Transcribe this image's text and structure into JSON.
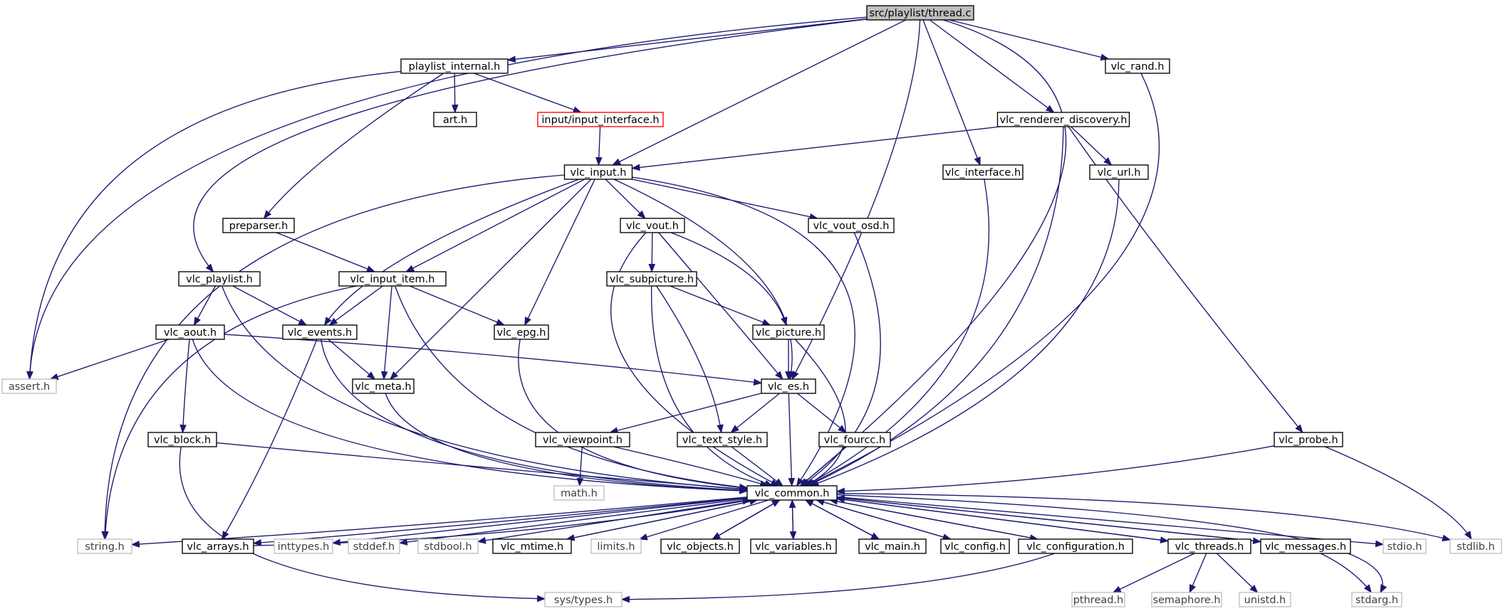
{
  "colors": {
    "edge": "#191970",
    "node_border": "#000000",
    "system_border": "#bfbfbf",
    "system_text": "#3f3f3f",
    "root_fill": "#bfbfbf",
    "highlight_border": "#ff0000"
  },
  "nodes": {
    "thread_c": "src/playlist/thread.c",
    "playlist_internal_h": "playlist_internal.h",
    "vlc_rand_h": "vlc_rand.h",
    "art_h": "art.h",
    "input_interface_h": "input/input_interface.h",
    "vlc_renderer_discovery_h": "vlc_renderer_discovery.h",
    "vlc_input_h": "vlc_input.h",
    "vlc_interface_h": "vlc_interface.h",
    "vlc_url_h": "vlc_url.h",
    "preparser_h": "preparser.h",
    "vlc_vout_h": "vlc_vout.h",
    "vlc_vout_osd_h": "vlc_vout_osd.h",
    "vlc_playlist_h": "vlc_playlist.h",
    "vlc_input_item_h": "vlc_input_item.h",
    "vlc_subpicture_h": "vlc_subpicture.h",
    "vlc_aout_h": "vlc_aout.h",
    "vlc_events_h": "vlc_events.h",
    "vlc_epg_h": "vlc_epg.h",
    "vlc_picture_h": "vlc_picture.h",
    "assert_h": "assert.h",
    "vlc_meta_h": "vlc_meta.h",
    "vlc_es_h": "vlc_es.h",
    "vlc_block_h": "vlc_block.h",
    "vlc_viewpoint_h": "vlc_viewpoint.h",
    "vlc_text_style_h": "vlc_text_style.h",
    "vlc_fourcc_h": "vlc_fourcc.h",
    "vlc_probe_h": "vlc_probe.h",
    "math_h": "math.h",
    "vlc_common_h": "vlc_common.h",
    "string_h": "string.h",
    "vlc_arrays_h": "vlc_arrays.h",
    "inttypes_h": "inttypes.h",
    "stddef_h": "stddef.h",
    "stdbool_h": "stdbool.h",
    "vlc_mtime_h": "vlc_mtime.h",
    "limits_h": "limits.h",
    "vlc_objects_h": "vlc_objects.h",
    "vlc_variables_h": "vlc_variables.h",
    "vlc_main_h": "vlc_main.h",
    "vlc_config_h": "vlc_config.h",
    "vlc_configuration_h": "vlc_configuration.h",
    "vlc_threads_h": "vlc_threads.h",
    "vlc_messages_h": "vlc_messages.h",
    "stdio_h": "stdio.h",
    "stdlib_h": "stdlib.h",
    "sys_types_h": "sys/types.h",
    "pthread_h": "pthread.h",
    "semaphore_h": "semaphore.h",
    "unistd_h": "unistd.h",
    "stdarg_h": "stdarg.h"
  },
  "system_headers": [
    "assert_h",
    "math_h",
    "string_h",
    "inttypes_h",
    "stddef_h",
    "stdbool_h",
    "limits_h",
    "stdio_h",
    "stdlib_h",
    "sys_types_h",
    "pthread_h",
    "semaphore_h",
    "unistd_h",
    "stdarg_h"
  ],
  "highlighted": [
    "input_interface_h"
  ],
  "root": "thread_c",
  "edges": [
    [
      "thread_c",
      "playlist_internal_h"
    ],
    [
      "thread_c",
      "vlc_rand_h"
    ],
    [
      "thread_c",
      "vlc_renderer_discovery_h"
    ],
    [
      "thread_c",
      "vlc_input_h"
    ],
    [
      "thread_c",
      "vlc_interface_h"
    ],
    [
      "thread_c",
      "vlc_playlist_h"
    ],
    [
      "thread_c",
      "assert_h"
    ],
    [
      "thread_c",
      "vlc_es_h"
    ],
    [
      "thread_c",
      "vlc_common_h"
    ],
    [
      "playlist_internal_h",
      "art_h"
    ],
    [
      "playlist_internal_h",
      "input_interface_h"
    ],
    [
      "playlist_internal_h",
      "preparser_h"
    ],
    [
      "playlist_internal_h",
      "assert_h"
    ],
    [
      "input_interface_h",
      "vlc_input_h"
    ],
    [
      "vlc_renderer_discovery_h",
      "vlc_input_h"
    ],
    [
      "vlc_renderer_discovery_h",
      "vlc_url_h"
    ],
    [
      "vlc_renderer_discovery_h",
      "vlc_probe_h"
    ],
    [
      "vlc_renderer_discovery_h",
      "vlc_common_h"
    ],
    [
      "vlc_rand_h",
      "vlc_common_h"
    ],
    [
      "vlc_interface_h",
      "vlc_common_h"
    ],
    [
      "vlc_url_h",
      "vlc_common_h"
    ],
    [
      "vlc_input_h",
      "vlc_vout_h"
    ],
    [
      "vlc_input_h",
      "vlc_vout_osd_h"
    ],
    [
      "vlc_input_h",
      "vlc_input_item_h"
    ],
    [
      "vlc_input_h",
      "vlc_events_h"
    ],
    [
      "vlc_input_h",
      "vlc_epg_h"
    ],
    [
      "vlc_input_h",
      "vlc_meta_h"
    ],
    [
      "vlc_input_h",
      "vlc_es_h"
    ],
    [
      "vlc_input_h",
      "string_h"
    ],
    [
      "vlc_input_h",
      "vlc_common_h"
    ],
    [
      "preparser_h",
      "vlc_input_item_h"
    ],
    [
      "vlc_vout_h",
      "vlc_subpicture_h"
    ],
    [
      "vlc_vout_h",
      "vlc_picture_h"
    ],
    [
      "vlc_vout_h",
      "vlc_es_h"
    ],
    [
      "vlc_vout_h",
      "vlc_common_h"
    ],
    [
      "vlc_vout_osd_h",
      "vlc_common_h"
    ],
    [
      "vlc_playlist_h",
      "vlc_aout_h"
    ],
    [
      "vlc_playlist_h",
      "vlc_events_h"
    ],
    [
      "vlc_playlist_h",
      "vlc_common_h"
    ],
    [
      "vlc_input_item_h",
      "vlc_events_h"
    ],
    [
      "vlc_input_item_h",
      "vlc_epg_h"
    ],
    [
      "vlc_input_item_h",
      "vlc_meta_h"
    ],
    [
      "vlc_input_item_h",
      "string_h"
    ],
    [
      "vlc_input_item_h",
      "vlc_common_h"
    ],
    [
      "vlc_subpicture_h",
      "vlc_picture_h"
    ],
    [
      "vlc_subpicture_h",
      "vlc_text_style_h"
    ],
    [
      "vlc_subpicture_h",
      "vlc_common_h"
    ],
    [
      "vlc_aout_h",
      "assert_h"
    ],
    [
      "vlc_aout_h",
      "vlc_es_h"
    ],
    [
      "vlc_aout_h",
      "vlc_block_h"
    ],
    [
      "vlc_aout_h",
      "vlc_common_h"
    ],
    [
      "vlc_events_h",
      "vlc_meta_h"
    ],
    [
      "vlc_events_h",
      "vlc_arrays_h"
    ],
    [
      "vlc_events_h",
      "vlc_common_h"
    ],
    [
      "vlc_epg_h",
      "vlc_common_h"
    ],
    [
      "vlc_picture_h",
      "vlc_es_h"
    ],
    [
      "vlc_picture_h",
      "vlc_common_h"
    ],
    [
      "vlc_meta_h",
      "vlc_common_h"
    ],
    [
      "vlc_es_h",
      "vlc_viewpoint_h"
    ],
    [
      "vlc_es_h",
      "vlc_text_style_h"
    ],
    [
      "vlc_es_h",
      "vlc_fourcc_h"
    ],
    [
      "vlc_es_h",
      "vlc_common_h"
    ],
    [
      "vlc_block_h",
      "vlc_common_h"
    ],
    [
      "vlc_block_h",
      "sys_types_h"
    ],
    [
      "vlc_viewpoint_h",
      "math_h"
    ],
    [
      "vlc_viewpoint_h",
      "vlc_common_h"
    ],
    [
      "vlc_text_style_h",
      "vlc_common_h"
    ],
    [
      "vlc_fourcc_h",
      "vlc_common_h"
    ],
    [
      "vlc_probe_h",
      "vlc_common_h"
    ],
    [
      "vlc_probe_h",
      "stdlib_h"
    ],
    [
      "vlc_common_h",
      "string_h"
    ],
    [
      "vlc_common_h",
      "vlc_arrays_h"
    ],
    [
      "vlc_common_h",
      "inttypes_h"
    ],
    [
      "vlc_common_h",
      "stddef_h"
    ],
    [
      "vlc_common_h",
      "stdbool_h"
    ],
    [
      "vlc_common_h",
      "vlc_mtime_h"
    ],
    [
      "vlc_common_h",
      "limits_h"
    ],
    [
      "vlc_common_h",
      "vlc_objects_h"
    ],
    [
      "vlc_common_h",
      "vlc_variables_h"
    ],
    [
      "vlc_common_h",
      "vlc_main_h"
    ],
    [
      "vlc_common_h",
      "vlc_config_h"
    ],
    [
      "vlc_common_h",
      "vlc_configuration_h"
    ],
    [
      "vlc_common_h",
      "vlc_threads_h"
    ],
    [
      "vlc_common_h",
      "vlc_messages_h"
    ],
    [
      "vlc_common_h",
      "stdio_h"
    ],
    [
      "vlc_common_h",
      "stdlib_h"
    ],
    [
      "vlc_common_h",
      "stdarg_h"
    ],
    [
      "vlc_arrays_h",
      "vlc_common_h"
    ],
    [
      "vlc_mtime_h",
      "vlc_common_h"
    ],
    [
      "vlc_objects_h",
      "vlc_common_h"
    ],
    [
      "vlc_variables_h",
      "vlc_common_h"
    ],
    [
      "vlc_main_h",
      "vlc_common_h"
    ],
    [
      "vlc_config_h",
      "vlc_common_h"
    ],
    [
      "vlc_configuration_h",
      "vlc_common_h"
    ],
    [
      "vlc_configuration_h",
      "sys_types_h"
    ],
    [
      "vlc_threads_h",
      "vlc_common_h"
    ],
    [
      "vlc_threads_h",
      "pthread_h"
    ],
    [
      "vlc_threads_h",
      "semaphore_h"
    ],
    [
      "vlc_threads_h",
      "unistd_h"
    ],
    [
      "vlc_messages_h",
      "vlc_common_h"
    ],
    [
      "vlc_messages_h",
      "stdarg_h"
    ]
  ]
}
